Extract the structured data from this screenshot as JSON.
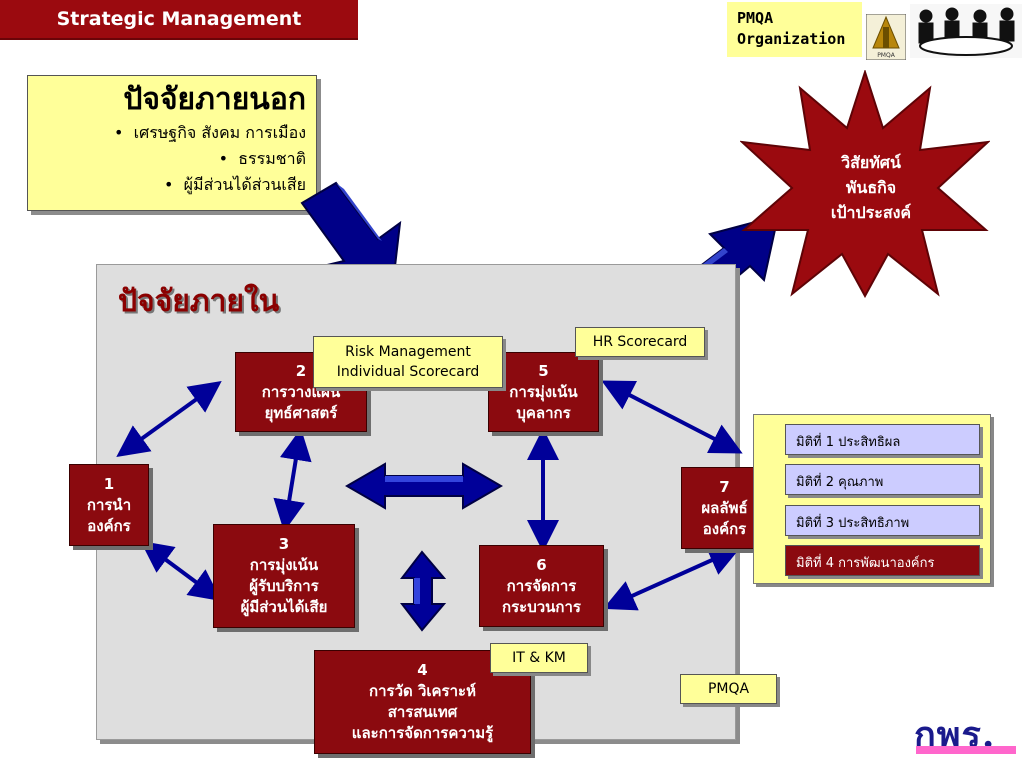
{
  "header": {
    "title": "Strategic Management",
    "org_label_line1": "PMQA",
    "org_label_line2": "Organization",
    "logo_caption": "PMQA"
  },
  "external_factors": {
    "title": "ปัจจัยภายนอก",
    "items": [
      "เศรษฐกิจ สังคม การเมือง",
      "ธรรมชาติ",
      "ผู้มีส่วนได้ส่วนเสีย"
    ]
  },
  "vision_star": {
    "lines": [
      "วิสัยทัศน์",
      "พันธกิจ",
      "เป้าประสงค์"
    ],
    "color": "#9b0a0f"
  },
  "internal_factors": {
    "title": "ปัจจัยภายใน"
  },
  "nodes": [
    {
      "num": "1",
      "lines": [
        "การนำ",
        "องค์กร"
      ]
    },
    {
      "num": "2",
      "lines": [
        "การวางแผน",
        "ยุทธ์ศาสตร์"
      ]
    },
    {
      "num": "3",
      "lines": [
        "การมุ่งเน้น",
        "ผู้รับบริการ",
        "ผู้มีส่วนได้เสีย"
      ]
    },
    {
      "num": "4",
      "lines": [
        "การวัด วิเคราะห์",
        "สารสนเทศ",
        "และการจัดการความรู้"
      ]
    },
    {
      "num": "5",
      "lines": [
        "การมุ่งเน้น",
        "บุคลากร"
      ]
    },
    {
      "num": "6",
      "lines": [
        "การจัดการ",
        "กระบวนการ"
      ]
    },
    {
      "num": "7",
      "lines": [
        "ผลลัพธ์",
        "องค์กร"
      ]
    }
  ],
  "tags": {
    "risk_line1": "Risk Management",
    "risk_line2": "Individual Scorecard",
    "hr": "HR  Scorecard",
    "itkm": "IT  &  KM",
    "pmqa": "PMQA"
  },
  "dimensions": [
    "มิติที่ 1 ประสิทธิผล",
    "มิติที่ 2 คุณภาพ",
    "มิติที่ 3 ประสิทธิภาพ",
    "มิติที่ 4 การพัฒนาองค์กร"
  ],
  "footer_logo": "กพร.",
  "colors": {
    "node_red": "#8b0a0f",
    "arrow_blue": "#000099",
    "note_yellow": "#ffff99",
    "dim_lavender": "#ccccff"
  }
}
